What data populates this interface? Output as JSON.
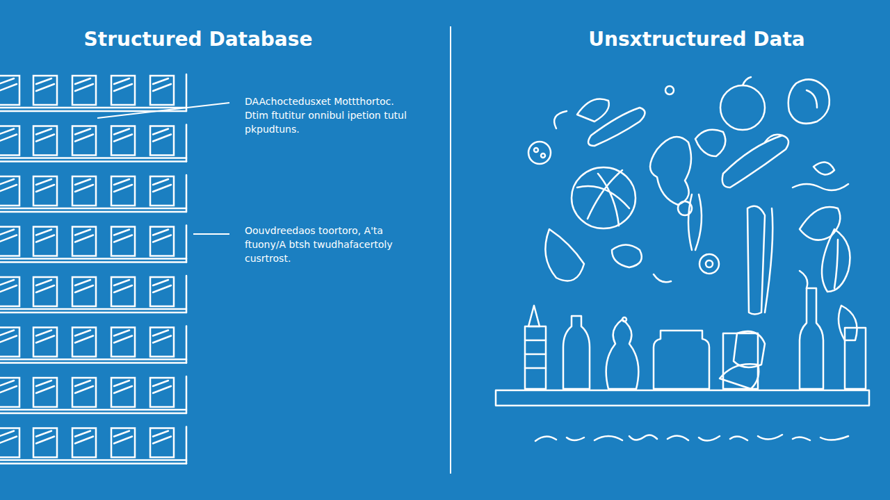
{
  "diagram": {
    "labels": [
      "Structured Database",
      "Unsxtructured Data",
      "DAAchoctedusxet Mottthortoc. Dtim ftutitur onnibul ipetion tutul pkpudtuns.",
      "Oouvdreedaos toortoro, A'ta ftuony/A btsh twudhafacertoly cusrtrost."
    ]
  }
}
